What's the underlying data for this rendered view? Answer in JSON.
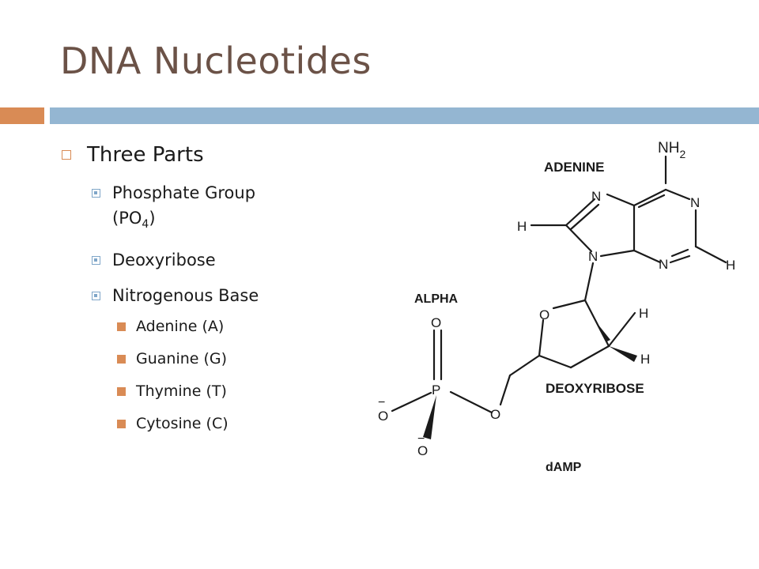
{
  "slide": {
    "title": "DNA Nucleotides",
    "accent_colors": {
      "title": "#6b5247",
      "orange_bar": "#d98b55",
      "blue_bar": "#94b6d2"
    }
  },
  "bullets": {
    "heading": "Three Parts",
    "phosphate": {
      "line1": "Phosphate Group",
      "line2_prefix": "(PO",
      "line2_sub": "4",
      "line2_suffix": ")"
    },
    "deoxyribose": "Deoxyribose",
    "nitrogenous_base": "Nitrogenous Base",
    "bases": [
      "Adenine (A)",
      "Guanine (G)",
      "Thymine (T)",
      "Cytosine (C)"
    ]
  },
  "diagram": {
    "adenine_label": "ADENINE",
    "nh2_main": "NH",
    "nh2_sub": "2",
    "alpha_label": "ALPHA",
    "deoxyribose_label": "DEOXYRIBOSE",
    "damp_label": "dAMP",
    "atom_n": "N",
    "atom_h": "H",
    "atom_o": "O",
    "atom_p": "P",
    "minus": "−"
  }
}
